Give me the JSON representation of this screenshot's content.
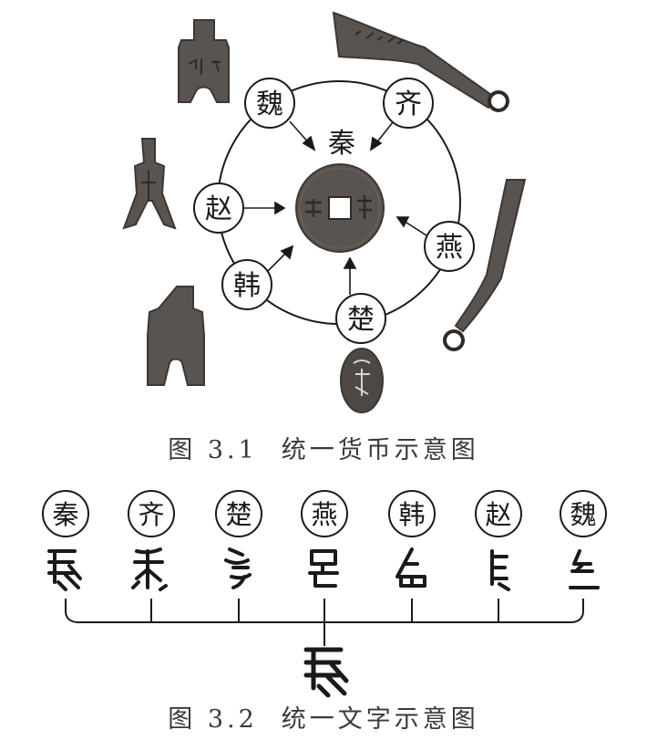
{
  "figure1": {
    "center_label": "秦",
    "states": {
      "wei": "魏",
      "qi": "齐",
      "zhao": "赵",
      "yan": "燕",
      "han": "韩",
      "chu": "楚"
    },
    "caption_number": "图 3.1",
    "caption_text": "统一货币示意图"
  },
  "figure2": {
    "states": [
      "秦",
      "齐",
      "楚",
      "燕",
      "韩",
      "赵",
      "魏"
    ],
    "caption_number": "图 3.2",
    "caption_text": "统一文字示意图"
  },
  "colors": {
    "ink": "#1a1a1a",
    "bronze": "#5a5450",
    "bronze_dark": "#3c3734",
    "caption": "#3a3a3a"
  }
}
